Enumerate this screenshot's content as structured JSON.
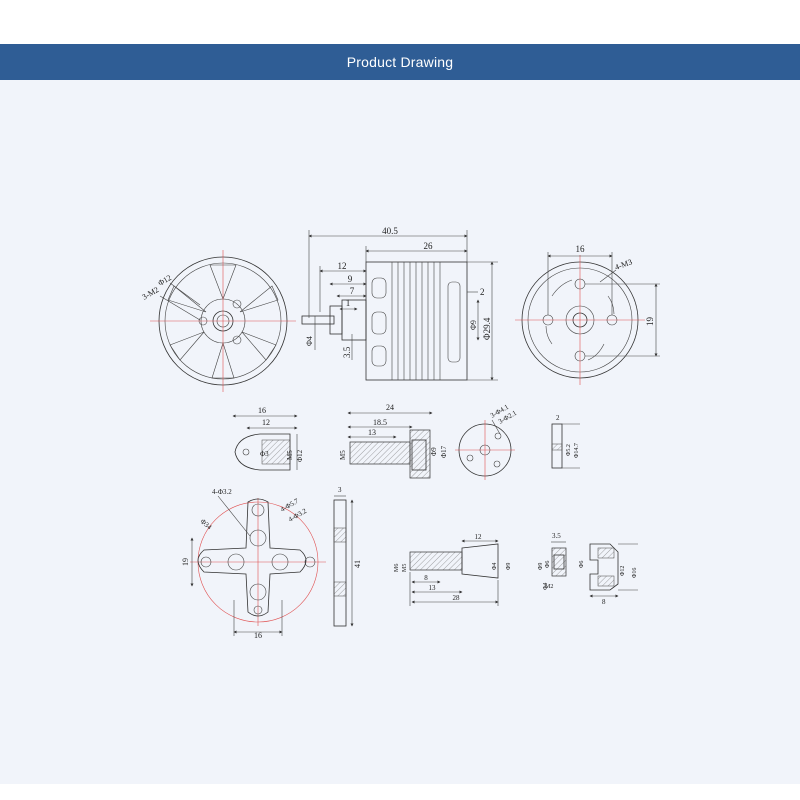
{
  "header": {
    "title": "Product Drawing"
  },
  "colors": {
    "band": "#2f5d95",
    "panel": "#f1f4fa",
    "line": "#333333",
    "center_mark": "#e05050"
  },
  "front_view": {
    "dims": [
      "Φ12",
      "3-M2"
    ]
  },
  "side_view": {
    "dims": [
      "40.5",
      "26",
      "12",
      "9",
      "7",
      "1",
      "2",
      "Φ4",
      "3.5",
      "Φ9",
      "Φ29.4"
    ]
  },
  "rear_view": {
    "dims": [
      "16",
      "4-M3",
      "19"
    ]
  },
  "prop_adapter": {
    "dims": [
      "16",
      "12",
      "Φ3",
      "M5",
      "Φ12"
    ]
  },
  "shaft_adapter": {
    "dims": [
      "24",
      "18.5",
      "13",
      "M5",
      "Φ9",
      "Φ17"
    ]
  },
  "round_flange": {
    "dims": [
      "3-Φ4.1",
      "3-Φ2.1"
    ]
  },
  "thin_ring": {
    "dims": [
      "2",
      "Φ5.2",
      "Φ14.7"
    ]
  },
  "mount_cross": {
    "dims": [
      "4-Φ3.2",
      "4-Φ5.7",
      "4-Φ3.2",
      "Φ34",
      "19",
      "16"
    ]
  },
  "mount_side": {
    "dims": [
      "3",
      "41"
    ]
  },
  "long_adapter": {
    "dims": [
      "12",
      "M6",
      "M5",
      "Φ4",
      "Φ9",
      "8",
      "13",
      "28"
    ]
  },
  "small_nut": {
    "dims": [
      "3.5",
      "Φ9",
      "Φ6",
      "Φ4",
      "M2",
      "Φ6"
    ]
  },
  "cup_part": {
    "dims": [
      "Φ12",
      "Φ16",
      "8"
    ]
  }
}
